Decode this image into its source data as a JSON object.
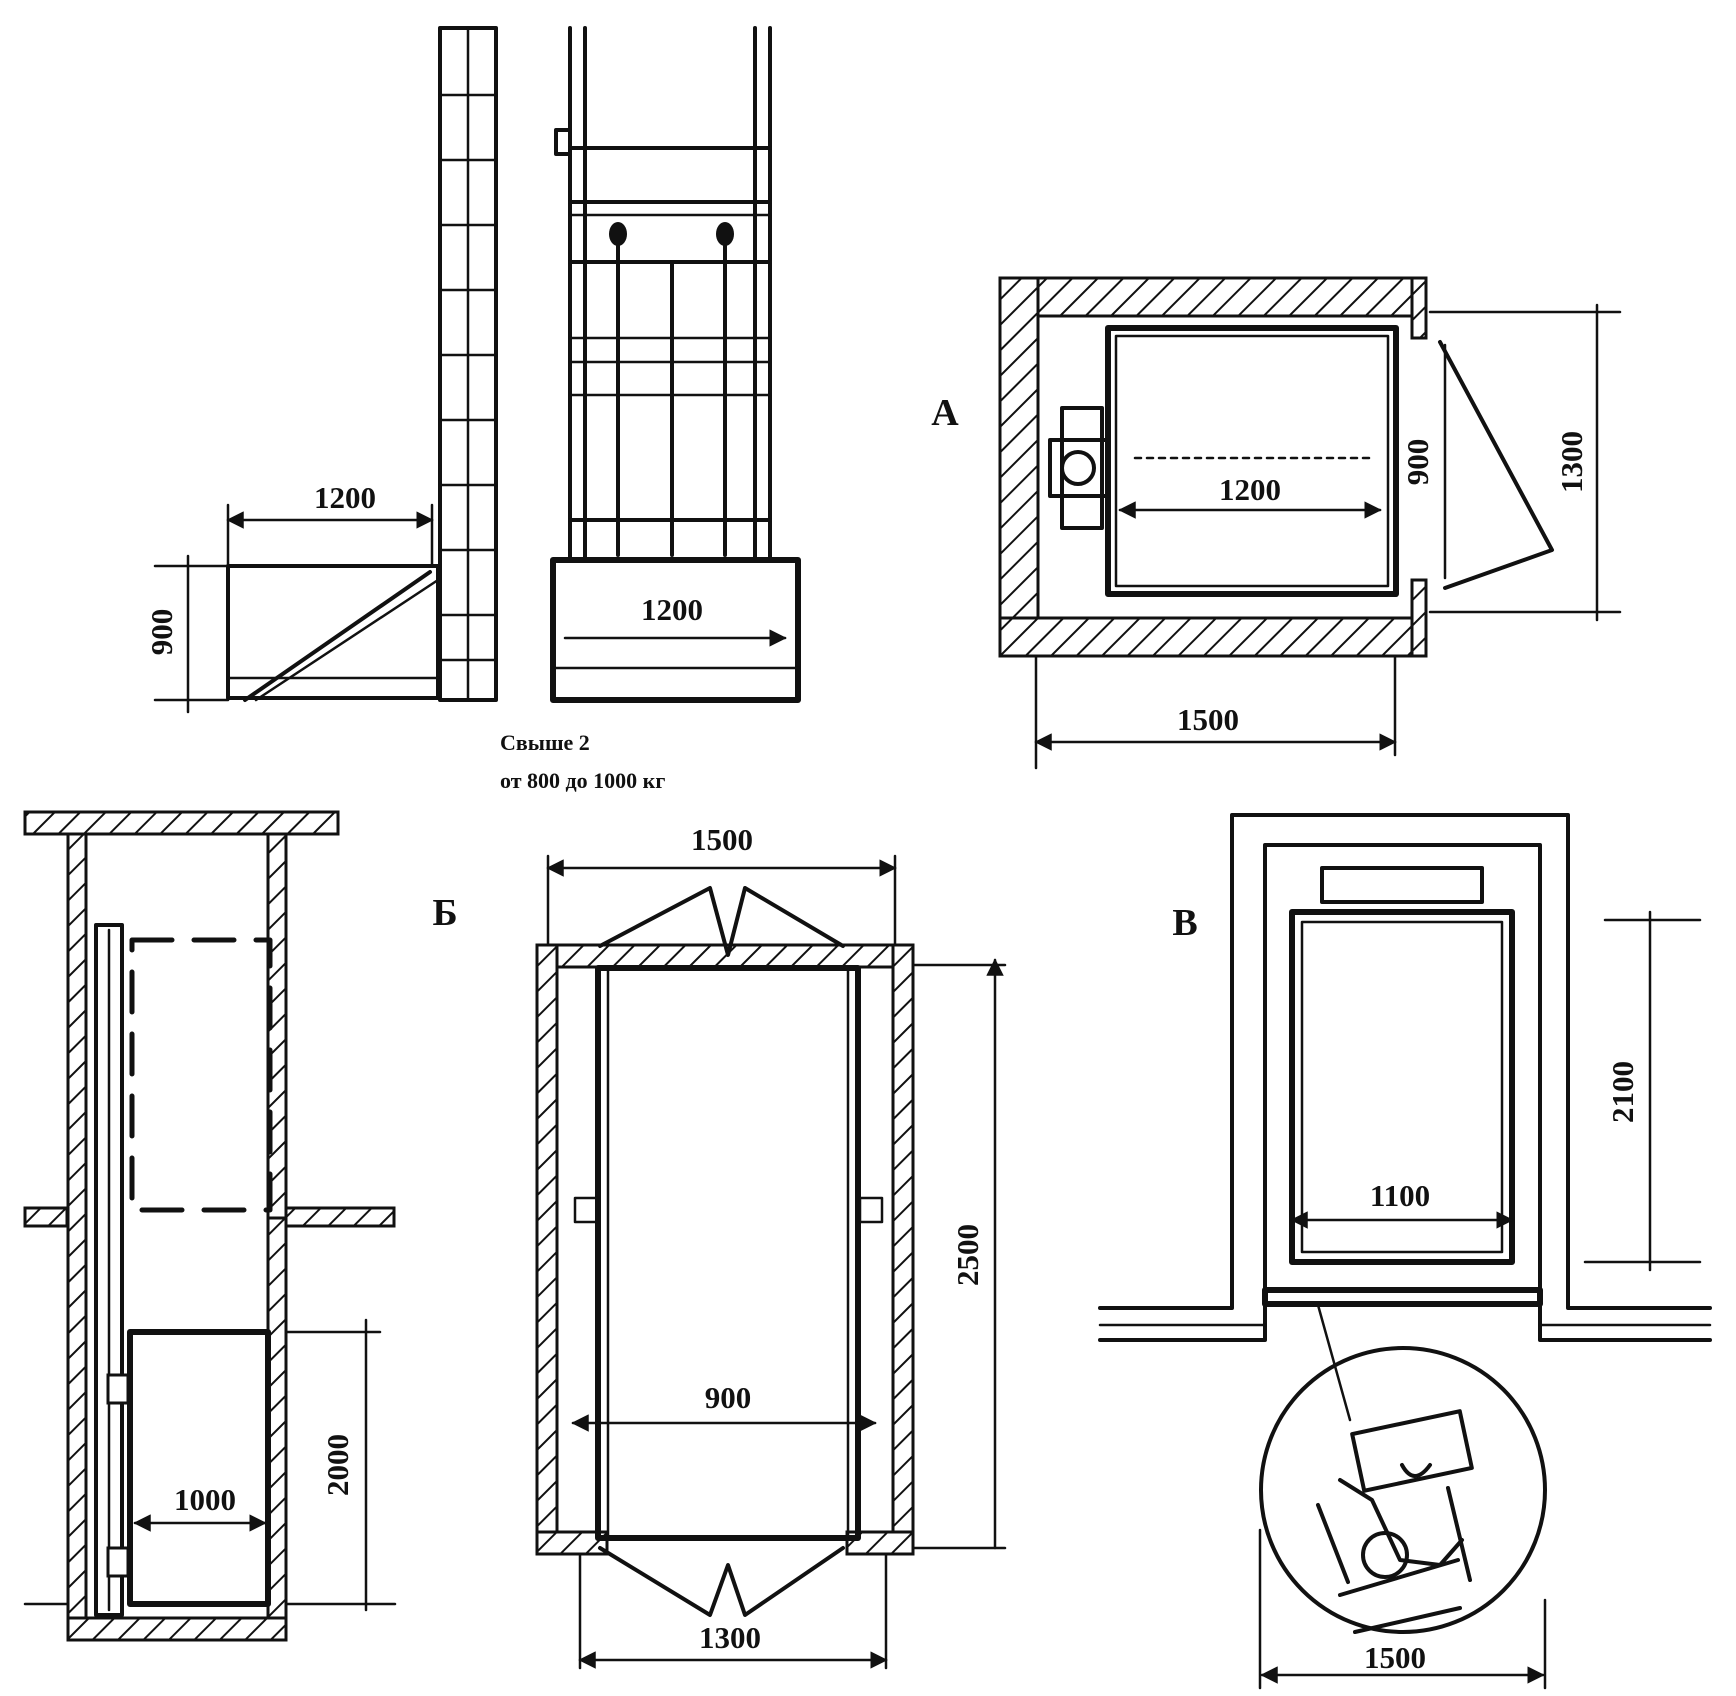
{
  "caption": {
    "line1": "Свыше 2",
    "line2": "от 800 до 1000 кг"
  },
  "labels": {
    "a": "А",
    "b": "Б",
    "v": "В"
  },
  "dimensions": {
    "platform_width": "1200",
    "platform_height": "900",
    "cab_width": "1200",
    "planA_width": "1200",
    "planA_depth": "900",
    "planA_outer": "1300",
    "planA_shaft": "1500",
    "sectionB_clear": "1000",
    "sectionB_height": "2000",
    "planB_top": "1500",
    "planB_length": "2500",
    "planB_inner": "900",
    "planB_bottom": "1300",
    "viewV_door": "1100",
    "viewV_height": "2100",
    "viewV_circle": "1500"
  }
}
